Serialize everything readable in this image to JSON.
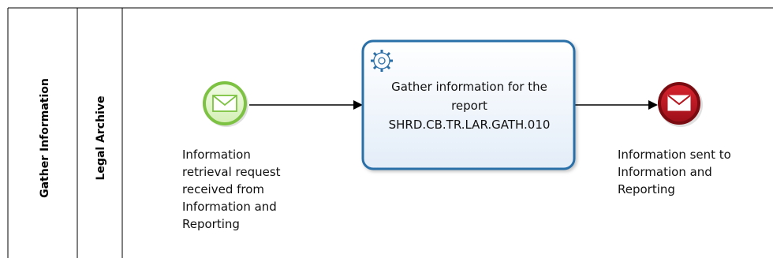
{
  "pool": {
    "label": "Gather Information"
  },
  "lane": {
    "label": "Legal Archive"
  },
  "start_event": {
    "type": "message-start-event",
    "color": "#7dc242",
    "label_lines": [
      "Information",
      "retrieval request",
      "received from",
      "Information and",
      "Reporting"
    ]
  },
  "task": {
    "type": "service-task",
    "icon": "gear-icon",
    "color": "#2b6fa8",
    "label_lines": [
      "Gather information for the",
      "report",
      "SHRD.CB.TR.LAR.GATH.010"
    ]
  },
  "end_event": {
    "type": "message-end-event",
    "color": "#b5121b",
    "label_lines": [
      "Information sent to",
      "Information and",
      "Reporting"
    ]
  }
}
